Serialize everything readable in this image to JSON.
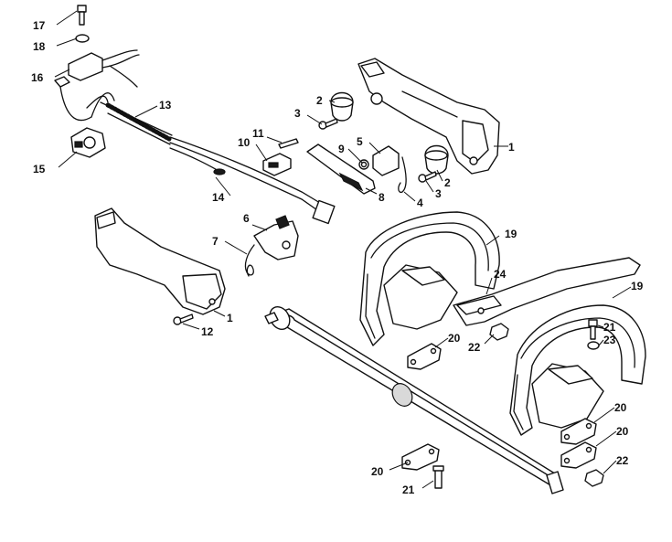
{
  "diagram": {
    "type": "exploded-parts-view",
    "callouts": [
      {
        "id": "c1a",
        "text": "1"
      },
      {
        "id": "c1b",
        "text": "1"
      },
      {
        "id": "c2a",
        "text": "2"
      },
      {
        "id": "c2b",
        "text": "2"
      },
      {
        "id": "c3a",
        "text": "3"
      },
      {
        "id": "c3b",
        "text": "3"
      },
      {
        "id": "c4",
        "text": "4"
      },
      {
        "id": "c5",
        "text": "5"
      },
      {
        "id": "c6",
        "text": "6"
      },
      {
        "id": "c7",
        "text": "7"
      },
      {
        "id": "c8",
        "text": "8"
      },
      {
        "id": "c9",
        "text": "9"
      },
      {
        "id": "c10",
        "text": "10"
      },
      {
        "id": "c11",
        "text": "11"
      },
      {
        "id": "c12",
        "text": "12"
      },
      {
        "id": "c13",
        "text": "13"
      },
      {
        "id": "c14",
        "text": "14"
      },
      {
        "id": "c15",
        "text": "15"
      },
      {
        "id": "c16",
        "text": "16"
      },
      {
        "id": "c17",
        "text": "17"
      },
      {
        "id": "c18",
        "text": "18"
      },
      {
        "id": "c19a",
        "text": "19"
      },
      {
        "id": "c19b",
        "text": "19"
      },
      {
        "id": "c20a",
        "text": "20"
      },
      {
        "id": "c20b",
        "text": "20"
      },
      {
        "id": "c20c",
        "text": "20"
      },
      {
        "id": "c20d",
        "text": "20"
      },
      {
        "id": "c21a",
        "text": "21"
      },
      {
        "id": "c21b",
        "text": "21"
      },
      {
        "id": "c22a",
        "text": "22"
      },
      {
        "id": "c22b",
        "text": "22"
      },
      {
        "id": "c23",
        "text": "23"
      },
      {
        "id": "c24",
        "text": "24"
      }
    ]
  }
}
